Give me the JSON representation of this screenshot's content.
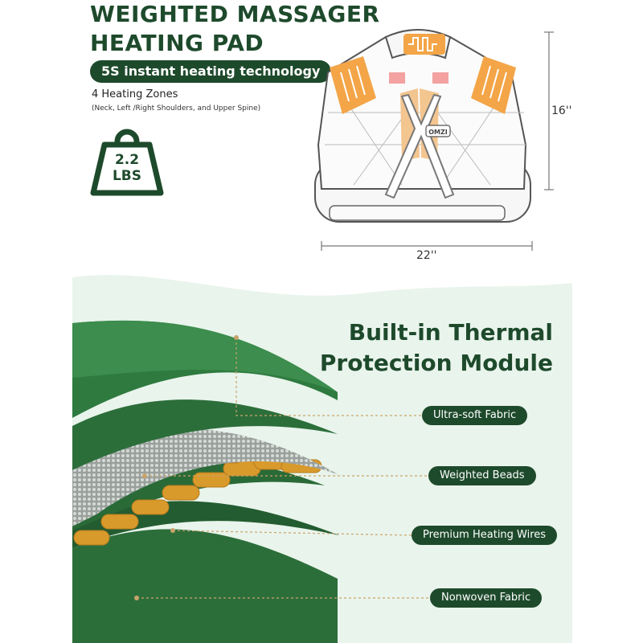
{
  "header": {
    "title_line1": "WEIGHTED MASSAGER",
    "title_line2": "HEATING PAD",
    "feature_pill": "5S instant heating technology",
    "zones_title": "4 Heating Zones",
    "zones_subtitle": "(Neck, Left /Right Shoulders, and Upper Spine)",
    "weight_value": "2.2",
    "weight_unit": "LBS"
  },
  "product": {
    "height_label": "16''",
    "width_label": "22''",
    "badge_text": "OMZI"
  },
  "layers": {
    "headline_line1": "Built-in Thermal",
    "headline_line2": "Protection Module",
    "items": [
      {
        "label": "Ultra-soft Fabric"
      },
      {
        "label": "Weighted Beads"
      },
      {
        "label": "Premium Heating Wires"
      },
      {
        "label": "Nonwoven Fabric"
      }
    ]
  },
  "colors": {
    "brand_green": "#1e4a2c",
    "layer_green": "#2c6e3a",
    "background_mint": "#e9f4ec",
    "heat_orange": "#f3a547",
    "copper": "#d99a2c",
    "leader_line": "#c9a36a"
  },
  "icons": [
    "weight-icon",
    "heating-pad-illustration",
    "dimension-arrow-icon"
  ]
}
